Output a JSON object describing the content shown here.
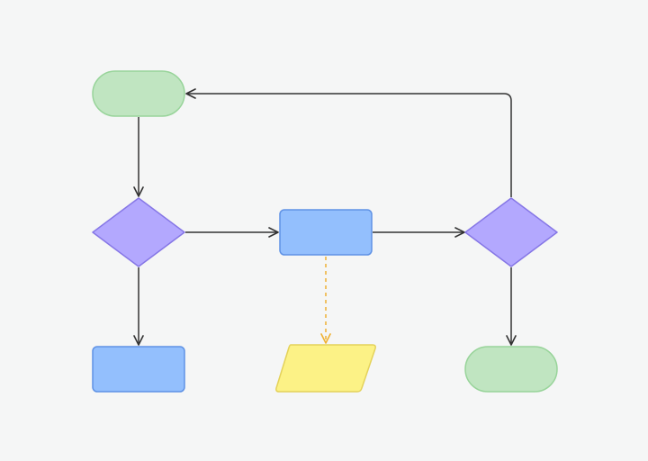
{
  "diagram": {
    "type": "flowchart",
    "background": "#f5f6f6",
    "colors": {
      "terminal_fill": "#c0e5c1",
      "terminal_stroke": "#98d49a",
      "decision_fill": "#b3a8fe",
      "decision_stroke": "#8677e6",
      "process_fill": "#93bffd",
      "process_stroke": "#5f92e5",
      "data_fill": "#fcf286",
      "data_stroke": "#e4d25a",
      "edge": "#333333",
      "edge_dashed": "#efb133"
    },
    "nodes": [
      {
        "id": "start",
        "shape": "terminal",
        "label": ""
      },
      {
        "id": "decision-1",
        "shape": "decision",
        "label": ""
      },
      {
        "id": "process-center",
        "shape": "process",
        "label": ""
      },
      {
        "id": "decision-2",
        "shape": "decision",
        "label": ""
      },
      {
        "id": "process-bottom-left",
        "shape": "process",
        "label": ""
      },
      {
        "id": "data-output",
        "shape": "data",
        "label": ""
      },
      {
        "id": "end",
        "shape": "terminal",
        "label": ""
      }
    ],
    "edges": [
      {
        "from": "start",
        "to": "decision-1",
        "style": "solid"
      },
      {
        "from": "decision-1",
        "to": "process-center",
        "style": "solid"
      },
      {
        "from": "decision-1",
        "to": "process-bottom-left",
        "style": "solid"
      },
      {
        "from": "process-center",
        "to": "decision-2",
        "style": "solid"
      },
      {
        "from": "process-center",
        "to": "data-output",
        "style": "dashed"
      },
      {
        "from": "decision-2",
        "to": "end",
        "style": "solid"
      },
      {
        "from": "decision-2",
        "to": "start",
        "style": "solid"
      }
    ]
  }
}
